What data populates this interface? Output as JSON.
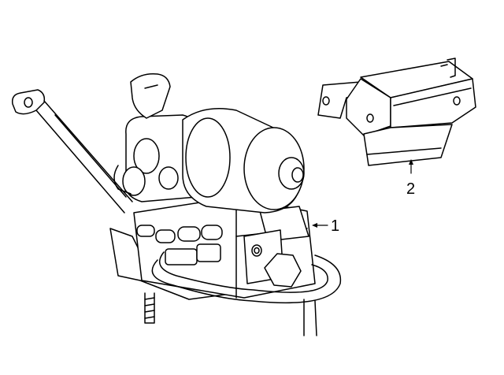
{
  "callouts": [
    {
      "label": "1"
    },
    {
      "label": "2"
    }
  ],
  "parts": {
    "hydraulic_unit": "abs-hydraulic-unit",
    "control_module": "abs-control-module"
  },
  "colors": {
    "line": "#000000",
    "fill": "#ffffff"
  }
}
